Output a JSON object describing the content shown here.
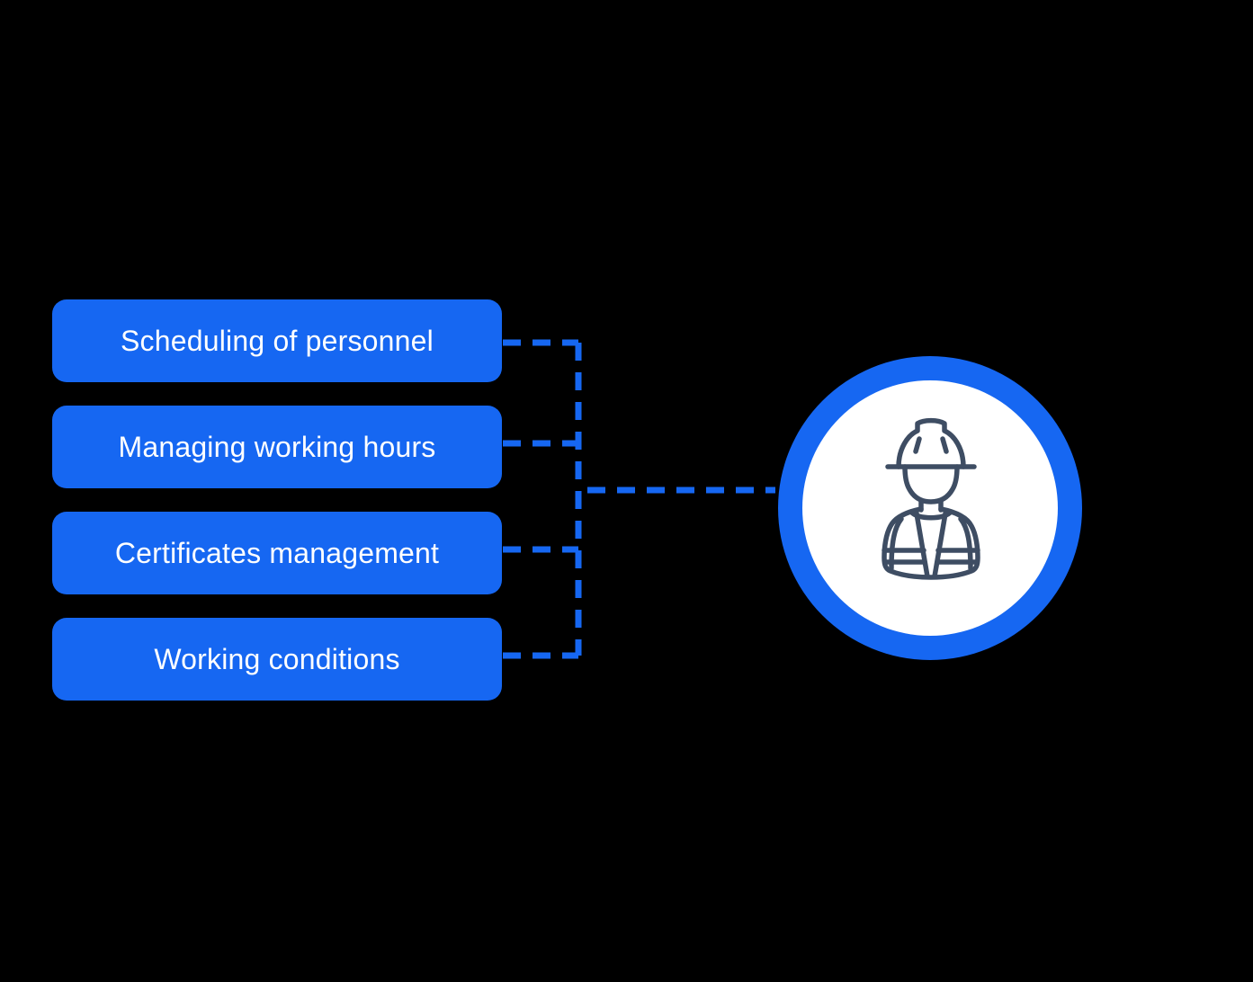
{
  "colors": {
    "background": "#000000",
    "accent": "#1667F2",
    "node_text": "#FFFFFF",
    "circle_fill": "#FFFFFF",
    "icon_stroke": "#3E4D63"
  },
  "diagram": {
    "nodes": [
      {
        "label": "Scheduling of personnel"
      },
      {
        "label": "Managing working hours"
      },
      {
        "label": "Certificates management"
      },
      {
        "label": "Working conditions"
      }
    ],
    "center_icon": "construction-worker-icon",
    "connector_style": "dashed"
  }
}
